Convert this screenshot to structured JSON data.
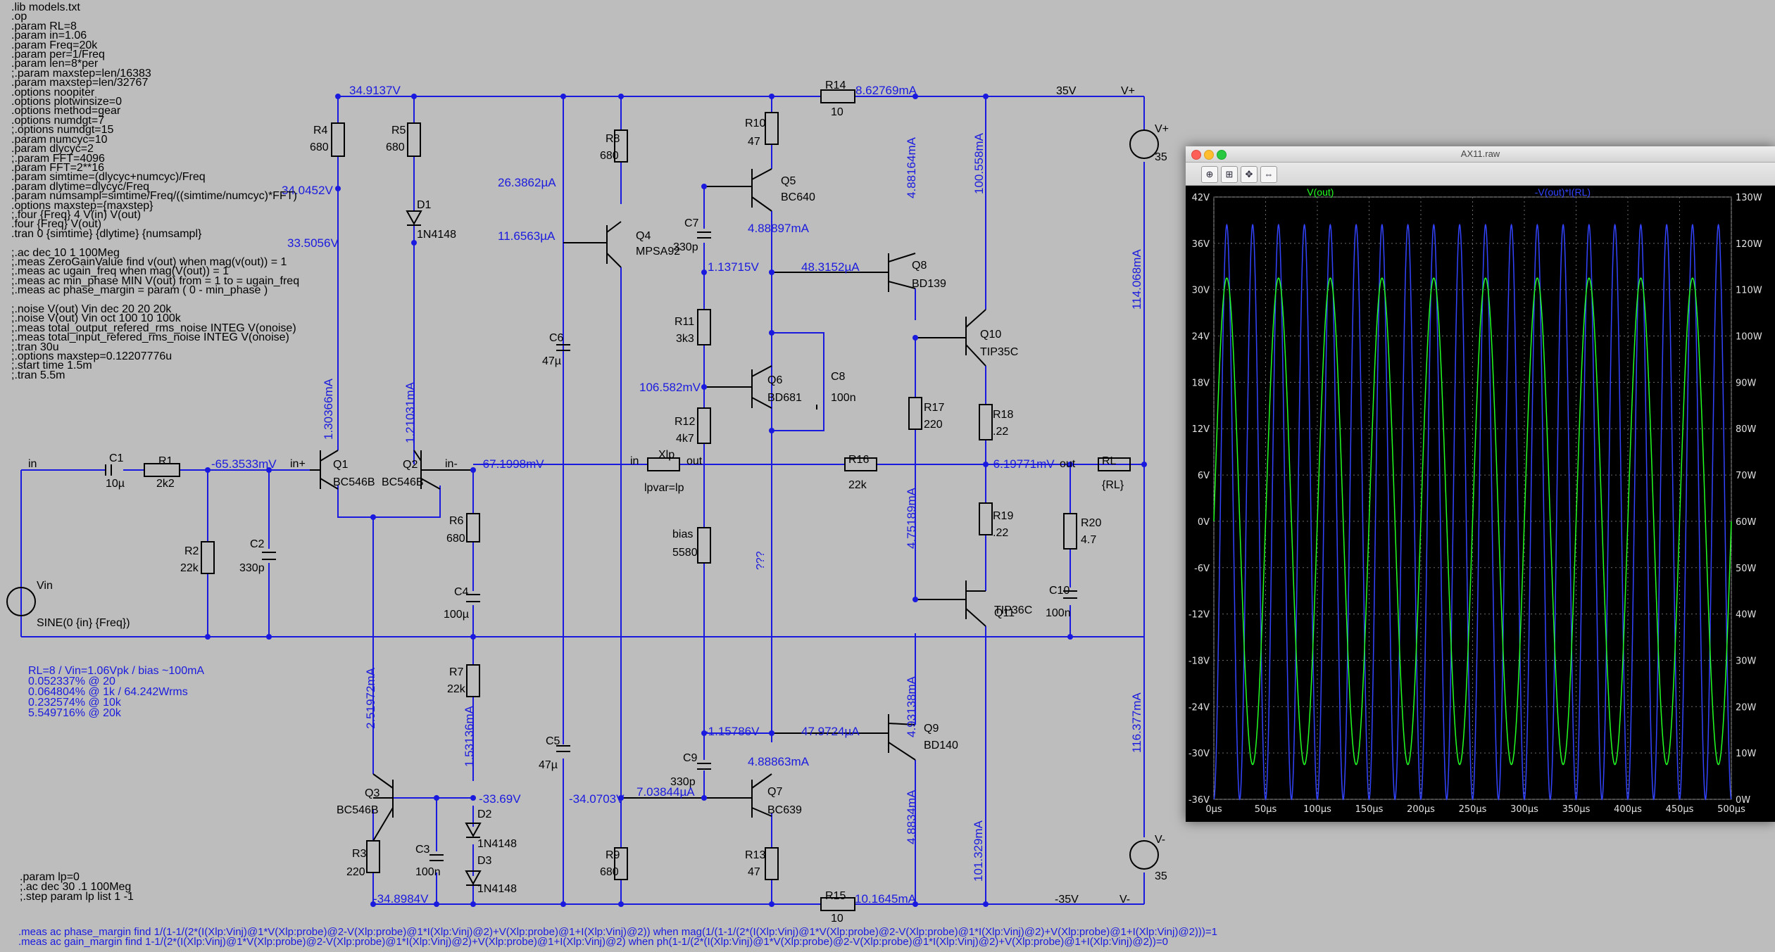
{
  "netlist_lines": [
    ".lib models.txt",
    ".op",
    ".param RL=8",
    ".param in=1.06",
    ".param Freq=20k",
    ".param per=1/Freq",
    ".param len=8*per",
    ";.param maxstep=len/16383",
    ".param maxstep=len/32767",
    ".options noopiter",
    ".options plotwinsize=0",
    ".options method=gear",
    ".options numdgt=7",
    ";.options numdgt=15",
    ".param numcyc=10",
    ".param dlycyc=2",
    ";.param FFT=4096",
    ".param FFT=2**16",
    ".param simtime=(dlycyc+numcyc)/Freq",
    ".param dlytime=dlycyc/Freq",
    ".param numsampl=simtime/Freq/((simtime/numcyc)*FFT)",
    ".options maxstep={maxstep}",
    ";.four {Freq} 4 V(in) V(out)",
    ".four {Freq} V(out)",
    ".tran 0 {simtime} {dlytime} {numsampl}",
    "",
    ";.ac dec 10 1 100Meg",
    ";.meas ZeroGainValue find v(out) when mag(v(out)) = 1",
    ";.meas ac ugain_freq when mag(V(out)) = 1",
    ";.meas ac min_phase MIN V(out) from = 1 to = ugain_freq",
    ";.meas ac phase_margin = param ( 0 - min_phase )",
    "",
    ";.noise V(out) Vin dec 20 20 20k",
    ";.noise V(out) Vin oct 100 10 100k",
    ";.meas total_output_refered_rms_noise INTEG V(onoise)",
    ";.meas total_input_refered_rms_noise INTEG V(onoise)",
    ";.tran 30u",
    ";.options maxstep=0.12207776u",
    ";.start time 1.5m",
    ";.tran 5.5m"
  ],
  "results_text": [
    "RL=8 / Vin=1.06Vpk / bias ~100mA",
    "0.052337% @ 20",
    "0.064804% @ 1k / 64.242Wrms",
    "0.232574% @ 10k",
    "5.549716% @ 20k"
  ],
  "step_directive": [
    ".param lp=0",
    ";.ac dec 30 .1 100Meg",
    ";.step param lp list 1 -1"
  ],
  "meas_lines": [
    ".meas ac phase_margin find 1/(1-1/(2*(I(Xlp:Vinj)@1*V(Xlp:probe)@2-V(Xlp:probe)@1*I(Xlp:Vinj)@2)+V(Xlp:probe)@1+I(Xlp:Vinj)@2)) when mag(1/(1-1/(2*(I(Xlp:Vinj)@1*V(Xlp:probe)@2-V(Xlp:probe)@1*I(Xlp:Vinj)@2)+V(Xlp:probe)@1+I(Xlp:Vinj)@2)))=1",
    ".meas ac gain_margin find 1-1/(2*(I(Xlp:Vinj)@1*V(Xlp:probe)@2-V(Xlp:probe)@1*I(Xlp:Vinj)@2)+V(Xlp:probe)@1+I(Xlp:Vinj)@2) when ph(1-1/(2*(I(Xlp:Vinj)@1*V(Xlp:probe)@2-V(Xlp:probe)@1*I(Xlp:Vinj)@2)+V(Xlp:probe)@1+I(Xlp:Vinj)@2))=0"
  ],
  "schematic": {
    "component_labels": [
      {
        "id": "r4",
        "name": "R4",
        "value": "680"
      },
      {
        "id": "r5",
        "name": "R5",
        "value": "680"
      },
      {
        "id": "r8",
        "name": "R8",
        "value": "680"
      },
      {
        "id": "r10",
        "name": "R10",
        "value": "47"
      },
      {
        "id": "r14",
        "name": "R14",
        "value": "10"
      },
      {
        "id": "q5",
        "name": "Q5",
        "value": "BC640"
      },
      {
        "id": "q4",
        "name": "Q4",
        "value": "MPSA92"
      },
      {
        "id": "c7",
        "name": "C7",
        "value": "330p"
      },
      {
        "id": "d1",
        "name": "D1",
        "value": "1N4148"
      },
      {
        "id": "q8",
        "name": "Q8",
        "value": "BD139"
      },
      {
        "id": "q10",
        "name": "Q10",
        "value": "TIP35C"
      },
      {
        "id": "r11",
        "name": "R11",
        "value": "3k3"
      },
      {
        "id": "c6",
        "name": "C6",
        "value": "47µ"
      },
      {
        "id": "q6",
        "name": "Q6",
        "value": "BD681"
      },
      {
        "id": "c8",
        "name": "C8",
        "value": "100n"
      },
      {
        "id": "r12",
        "name": "R12",
        "value": "4k7"
      },
      {
        "id": "r17",
        "name": "R17",
        "value": "220"
      },
      {
        "id": "r18",
        "name": "R18",
        "value": ".22"
      },
      {
        "id": "c1",
        "name": "C1",
        "value": "10µ"
      },
      {
        "id": "r1",
        "name": "R1",
        "value": "2k2"
      },
      {
        "id": "q1",
        "name": "Q1",
        "value": "BC546B"
      },
      {
        "id": "q2",
        "name": "Q2",
        "value": "BC546B"
      },
      {
        "id": "xlp",
        "name": "Xlp",
        "value": "lpvar=lp"
      },
      {
        "id": "r16",
        "name": "R16",
        "value": "22k"
      },
      {
        "id": "rl",
        "name": "RL",
        "value": "{RL}"
      },
      {
        "id": "r2",
        "name": "R2",
        "value": "22k"
      },
      {
        "id": "c2",
        "name": "C2",
        "value": "330p"
      },
      {
        "id": "r6",
        "name": "R6",
        "value": "680"
      },
      {
        "id": "bias",
        "name": "bias",
        "value": "5580"
      },
      {
        "id": "r19",
        "name": "R19",
        "value": ".22"
      },
      {
        "id": "r20",
        "name": "R20",
        "value": "4.7"
      },
      {
        "id": "c4",
        "name": "C4",
        "value": "100µ"
      },
      {
        "id": "q11",
        "name": "Q11",
        "value": "TIP36C"
      },
      {
        "id": "c10",
        "name": "C10",
        "value": "100n"
      },
      {
        "id": "r7",
        "name": "R7",
        "value": "22k"
      },
      {
        "id": "c5",
        "name": "C5",
        "value": "47µ"
      },
      {
        "id": "q9",
        "name": "Q9",
        "value": "BD140"
      },
      {
        "id": "c9",
        "name": "C9",
        "value": "330p"
      },
      {
        "id": "q3",
        "name": "Q3",
        "value": "BC546B"
      },
      {
        "id": "d2",
        "name": "D2",
        "value": "1N4148"
      },
      {
        "id": "d3",
        "name": "D3",
        "value": "1N4148"
      },
      {
        "id": "q7",
        "name": "Q7",
        "value": "BC639"
      },
      {
        "id": "r3",
        "name": "R3",
        "value": "220"
      },
      {
        "id": "c3",
        "name": "C3",
        "value": "100n"
      },
      {
        "id": "r9",
        "name": "R9",
        "value": "680"
      },
      {
        "id": "r13",
        "name": "R13",
        "value": "47"
      },
      {
        "id": "r15",
        "name": "R15",
        "value": "10"
      },
      {
        "id": "vplus",
        "name": "V+",
        "value": "35"
      },
      {
        "id": "vminus",
        "name": "V-",
        "value": "35"
      }
    ],
    "net_labels": [
      "in",
      "in+",
      "in-",
      "out",
      "V+",
      "V-",
      "Vin",
      "SINE(0 {in} {Freq})",
      "in",
      "out",
      "35V",
      "-35V",
      "???"
    ],
    "op_annotations": [
      "34.9137V",
      "8.62769mA",
      "34.0452V",
      "26.3862µA",
      "33.5056V",
      "11.6563µA",
      "4.88897mA",
      "1.13715V",
      "48.3152µA",
      "4.88164mA",
      "100.558mA",
      "114.068mA",
      "106.582mV",
      "-65.3533mV",
      "-67.1998mV",
      "-6.19771mV",
      "1.30366mA",
      "1.21031mA",
      "4.75189mA",
      "2.51972mA",
      "1.53136mA",
      "-1.15786V",
      "47.9724µA",
      "4.93138mA",
      "116.377mA",
      "4.88863mA",
      "-34.0703V",
      "7.03844µA",
      "-33.69V",
      "4.8834mA",
      "101.329mA",
      "-34.8984V",
      "10.1645mA"
    ]
  },
  "plot_window": {
    "title": "AX11.raw",
    "toolbar": [
      "zoom-in-icon",
      "zoom-rect-icon",
      "pan-icon",
      "autorange-icon"
    ],
    "trace1": "V(out)",
    "trace2": "-V(out)*I(RL)",
    "trace1_color": "#22ff22",
    "trace2_color": "#3344ff",
    "left_ticks": [
      "42V",
      "36V",
      "30V",
      "24V",
      "18V",
      "12V",
      "6V",
      "0V",
      "-6V",
      "-12V",
      "-18V",
      "-24V",
      "-30V",
      "-36V"
    ],
    "right_ticks": [
      "130W",
      "120W",
      "110W",
      "100W",
      "90W",
      "80W",
      "70W",
      "60W",
      "50W",
      "40W",
      "30W",
      "20W",
      "10W",
      "0W"
    ],
    "x_ticks": [
      "0µs",
      "50µs",
      "100µs",
      "150µs",
      "200µs",
      "250µs",
      "300µs",
      "350µs",
      "400µs",
      "450µs",
      "500µs"
    ]
  },
  "chart_data": {
    "type": "line",
    "xlabel": "",
    "ylabel": "",
    "xlim": [
      0,
      500
    ],
    "x_unit": "µs",
    "ylim_left": [
      -36,
      42
    ],
    "ylim_right": [
      0,
      130
    ],
    "grid": true,
    "frequency_khz": 20,
    "series": [
      {
        "name": "V(out)",
        "axis": "left",
        "shape": "sine",
        "amplitude": 31.5,
        "offset": 0,
        "color": "#22ff22"
      },
      {
        "name": "-V(out)*I(RL)",
        "axis": "right",
        "shape": "sine-squared",
        "peak": 124,
        "min": 0,
        "color": "#3344ff"
      }
    ]
  }
}
